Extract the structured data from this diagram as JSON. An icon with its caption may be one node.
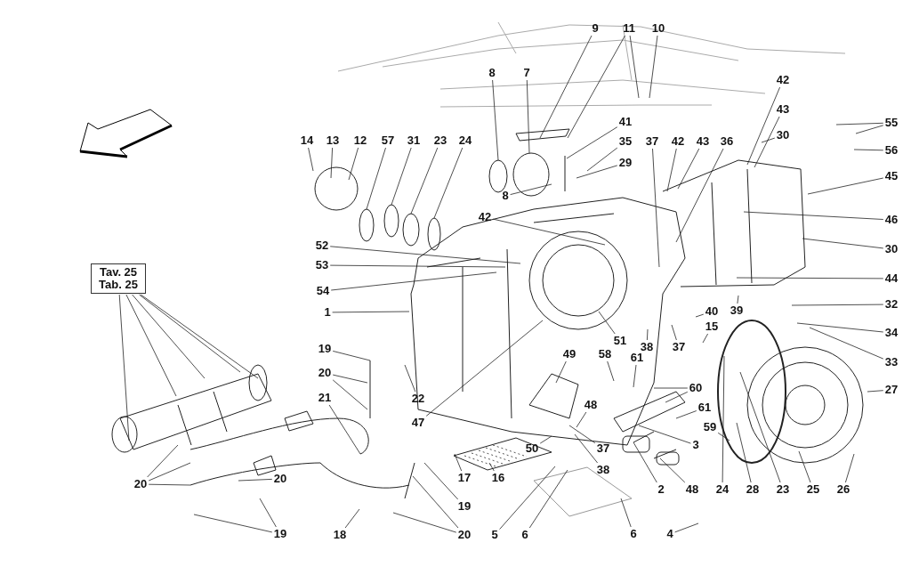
{
  "diagram": {
    "nodes": [
      {
        "text": [
          "9"
        ]
      },
      {
        "text": [
          "11"
        ]
      },
      {
        "text": [
          "10"
        ]
      },
      {
        "text": [
          "8"
        ]
      },
      {
        "text": [
          "7"
        ]
      },
      {
        "text": [
          "42"
        ]
      },
      {
        "text": [
          "43"
        ]
      },
      {
        "text": [
          "41"
        ]
      },
      {
        "text": [
          "55"
        ]
      },
      {
        "text": [
          "30"
        ]
      },
      {
        "text": [
          "14"
        ]
      },
      {
        "text": [
          "13"
        ]
      },
      {
        "text": [
          "12"
        ]
      },
      {
        "text": [
          "57"
        ]
      },
      {
        "text": [
          "31"
        ]
      },
      {
        "text": [
          "23"
        ]
      },
      {
        "text": [
          "24"
        ]
      },
      {
        "text": [
          "35"
        ]
      },
      {
        "text": [
          "37"
        ]
      },
      {
        "text": [
          "42"
        ]
      },
      {
        "text": [
          "43"
        ]
      },
      {
        "text": [
          "36"
        ]
      },
      {
        "text": [
          "56"
        ]
      },
      {
        "text": [
          "29"
        ]
      },
      {
        "text": [
          "45"
        ]
      },
      {
        "text": [
          "8"
        ]
      },
      {
        "text": [
          "42"
        ]
      },
      {
        "text": [
          "46"
        ]
      },
      {
        "text": [
          "52"
        ]
      },
      {
        "text": [
          "30"
        ]
      },
      {
        "text": [
          "53"
        ]
      },
      {
        "text": [
          "Tav. 25",
          "Tab. 25"
        ]
      },
      {
        "text": [
          "44"
        ]
      },
      {
        "text": [
          "54"
        ]
      },
      {
        "text": [
          "32"
        ]
      },
      {
        "text": [
          "40"
        ]
      },
      {
        "text": [
          "39"
        ]
      },
      {
        "text": [
          "1"
        ]
      },
      {
        "text": [
          "15"
        ]
      },
      {
        "text": [
          "34"
        ]
      },
      {
        "text": [
          "51"
        ]
      },
      {
        "text": [
          "38"
        ]
      },
      {
        "text": [
          "37"
        ]
      },
      {
        "text": [
          "19"
        ]
      },
      {
        "text": [
          "33"
        ]
      },
      {
        "text": [
          "49"
        ]
      },
      {
        "text": [
          "58"
        ]
      },
      {
        "text": [
          "61"
        ]
      },
      {
        "text": [
          "20"
        ]
      },
      {
        "text": [
          "27"
        ]
      },
      {
        "text": [
          "60"
        ]
      },
      {
        "text": [
          "48"
        ]
      },
      {
        "text": [
          "21"
        ]
      },
      {
        "text": [
          "22"
        ]
      },
      {
        "text": [
          "61"
        ]
      },
      {
        "text": [
          "47"
        ]
      },
      {
        "text": [
          "59"
        ]
      },
      {
        "text": [
          "3"
        ]
      },
      {
        "text": [
          "50"
        ]
      },
      {
        "text": [
          "37"
        ]
      },
      {
        "text": [
          "38"
        ]
      },
      {
        "text": [
          "17"
        ]
      },
      {
        "text": [
          "16"
        ]
      },
      {
        "text": [
          "20"
        ]
      },
      {
        "text": [
          "20"
        ]
      },
      {
        "text": [
          "2"
        ]
      },
      {
        "text": [
          "48"
        ]
      },
      {
        "text": [
          "24"
        ]
      },
      {
        "text": [
          "28"
        ]
      },
      {
        "text": [
          "23"
        ]
      },
      {
        "text": [
          "25"
        ]
      },
      {
        "text": [
          "26"
        ]
      },
      {
        "text": [
          "19"
        ]
      },
      {
        "text": [
          "18"
        ]
      },
      {
        "text": [
          "5"
        ]
      },
      {
        "text": [
          "6"
        ]
      },
      {
        "text": [
          "20"
        ]
      },
      {
        "text": [
          "19"
        ]
      },
      {
        "text": [
          "6"
        ]
      },
      {
        "text": [
          "4"
        ]
      }
    ],
    "edges": [
      {
        "from": 0,
        "to": null,
        "arrow": "none"
      },
      {
        "from": 1,
        "to": null,
        "arrow": "none"
      },
      {
        "from": 1,
        "to": null,
        "arrow": "none"
      },
      {
        "from": 2,
        "to": null,
        "arrow": "none"
      },
      {
        "from": 3,
        "to": null,
        "arrow": "none"
      },
      {
        "from": 4,
        "to": null,
        "arrow": "none"
      },
      {
        "from": 5,
        "to": null,
        "arrow": "none"
      },
      {
        "from": 6,
        "to": null,
        "arrow": "none"
      },
      {
        "from": 7,
        "to": null,
        "arrow": "none"
      },
      {
        "from": 8,
        "to": null,
        "arrow": "none"
      },
      {
        "from": 8,
        "to": null,
        "arrow": "none"
      },
      {
        "from": 9,
        "to": null,
        "arrow": "none"
      },
      {
        "from": 10,
        "to": null,
        "arrow": "none"
      },
      {
        "from": 11,
        "to": null,
        "arrow": "none"
      },
      {
        "from": 12,
        "to": null,
        "arrow": "none"
      },
      {
        "from": 13,
        "to": null,
        "arrow": "none"
      },
      {
        "from": 14,
        "to": null,
        "arrow": "none"
      },
      {
        "from": 15,
        "to": null,
        "arrow": "none"
      },
      {
        "from": 16,
        "to": null,
        "arrow": "none"
      },
      {
        "from": 17,
        "to": null,
        "arrow": "none"
      },
      {
        "from": 18,
        "to": null,
        "arrow": "none"
      },
      {
        "from": 19,
        "to": null,
        "arrow": "none"
      },
      {
        "from": 20,
        "to": null,
        "arrow": "none"
      },
      {
        "from": 21,
        "to": null,
        "arrow": "none"
      },
      {
        "from": 22,
        "to": null,
        "arrow": "none"
      },
      {
        "from": 23,
        "to": null,
        "arrow": "none"
      },
      {
        "from": 24,
        "to": null,
        "arrow": "none"
      },
      {
        "from": 25,
        "to": null,
        "arrow": "none"
      },
      {
        "from": 26,
        "to": null,
        "arrow": "none"
      },
      {
        "from": 27,
        "to": null,
        "arrow": "none"
      },
      {
        "from": 28,
        "to": null,
        "arrow": "none"
      },
      {
        "from": 29,
        "to": null,
        "arrow": "none"
      },
      {
        "from": 30,
        "to": null,
        "arrow": "none"
      },
      {
        "from": 31,
        "to": null,
        "arrow": "none"
      },
      {
        "from": 31,
        "to": null,
        "arrow": "none"
      },
      {
        "from": 31,
        "to": null,
        "arrow": "none"
      },
      {
        "from": 31,
        "to": null,
        "arrow": "none"
      },
      {
        "from": 31,
        "to": null,
        "arrow": "none"
      },
      {
        "from": 32,
        "to": null,
        "arrow": "none"
      },
      {
        "from": 34,
        "to": null,
        "arrow": "none"
      },
      {
        "from": 33,
        "to": null,
        "arrow": "none"
      },
      {
        "from": 35,
        "to": null,
        "arrow": "none"
      },
      {
        "from": 36,
        "to": null,
        "arrow": "none"
      },
      {
        "from": 37,
        "to": null,
        "arrow": "none"
      },
      {
        "from": 38,
        "to": null,
        "arrow": "none"
      },
      {
        "from": 39,
        "to": null,
        "arrow": "none"
      },
      {
        "from": 40,
        "to": null,
        "arrow": "none"
      },
      {
        "from": 41,
        "to": null,
        "arrow": "none"
      },
      {
        "from": 42,
        "to": null,
        "arrow": "none"
      },
      {
        "from": 43,
        "to": null,
        "arrow": "none"
      },
      {
        "from": 44,
        "to": null,
        "arrow": "none"
      },
      {
        "from": 45,
        "to": null,
        "arrow": "none"
      },
      {
        "from": 46,
        "to": null,
        "arrow": "none"
      },
      {
        "from": 47,
        "to": null,
        "arrow": "none"
      },
      {
        "from": 48,
        "to": null,
        "arrow": "none"
      },
      {
        "from": 48,
        "to": null,
        "arrow": "none"
      },
      {
        "from": 49,
        "to": null,
        "arrow": "none"
      },
      {
        "from": 50,
        "to": null,
        "arrow": "none"
      },
      {
        "from": 50,
        "to": null,
        "arrow": "none"
      },
      {
        "from": 51,
        "to": null,
        "arrow": "none"
      },
      {
        "from": 52,
        "to": null,
        "arrow": "none"
      },
      {
        "from": 53,
        "to": null,
        "arrow": "none"
      },
      {
        "from": 54,
        "to": null,
        "arrow": "none"
      },
      {
        "from": 55,
        "to": null,
        "arrow": "none"
      },
      {
        "from": 56,
        "to": null,
        "arrow": "none"
      },
      {
        "from": 57,
        "to": null,
        "arrow": "none"
      },
      {
        "from": 58,
        "to": null,
        "arrow": "none"
      },
      {
        "from": 59,
        "to": null,
        "arrow": "none"
      },
      {
        "from": 60,
        "to": null,
        "arrow": "none"
      },
      {
        "from": 61,
        "to": null,
        "arrow": "none"
      },
      {
        "from": 62,
        "to": null,
        "arrow": "none"
      },
      {
        "from": 63,
        "to": null,
        "arrow": "none"
      },
      {
        "from": 64,
        "to": null,
        "arrow": "none"
      },
      {
        "from": 64,
        "to": null,
        "arrow": "none"
      },
      {
        "from": 64,
        "to": null,
        "arrow": "none"
      },
      {
        "from": 65,
        "to": null,
        "arrow": "none"
      },
      {
        "from": 66,
        "to": null,
        "arrow": "none"
      },
      {
        "from": 67,
        "to": null,
        "arrow": "none"
      },
      {
        "from": 68,
        "to": null,
        "arrow": "none"
      },
      {
        "from": 69,
        "to": null,
        "arrow": "none"
      },
      {
        "from": 70,
        "to": null,
        "arrow": "none"
      },
      {
        "from": 71,
        "to": null,
        "arrow": "none"
      },
      {
        "from": 72,
        "to": null,
        "arrow": "none"
      },
      {
        "from": 73,
        "to": null,
        "arrow": "none"
      },
      {
        "from": 74,
        "to": null,
        "arrow": "none"
      },
      {
        "from": 75,
        "to": null,
        "arrow": "none"
      },
      {
        "from": 76,
        "to": null,
        "arrow": "none"
      },
      {
        "from": 76,
        "to": null,
        "arrow": "none"
      },
      {
        "from": 77,
        "to": null,
        "arrow": "none"
      },
      {
        "from": 77,
        "to": null,
        "arrow": "none"
      },
      {
        "from": 78,
        "to": null,
        "arrow": "none"
      },
      {
        "from": 79,
        "to": null,
        "arrow": "none"
      }
    ]
  }
}
